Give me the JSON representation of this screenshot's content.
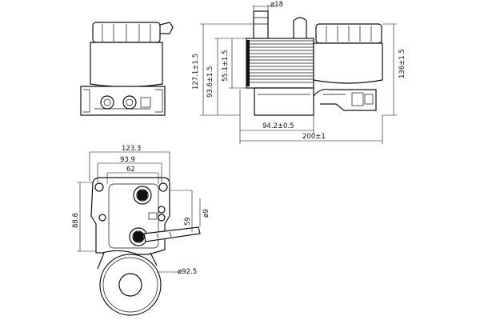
{
  "drawing": {
    "dimensions": {
      "fitting_diameter": "ø18",
      "height_total": "136±1.5",
      "height_127": "127.1±1.5",
      "height_93": "93.6±1.5",
      "height_55": "55.1±1.5",
      "width_94": "94.2±0.5",
      "width_200": "200±1",
      "plan_width_123": "123.3",
      "plan_width_93": "93.9",
      "plan_width_62": "62",
      "plan_height_88": "88.8",
      "plan_height_59": "59",
      "plan_diameter_9": "ø9",
      "plan_diameter_92": "ø92.5"
    }
  }
}
